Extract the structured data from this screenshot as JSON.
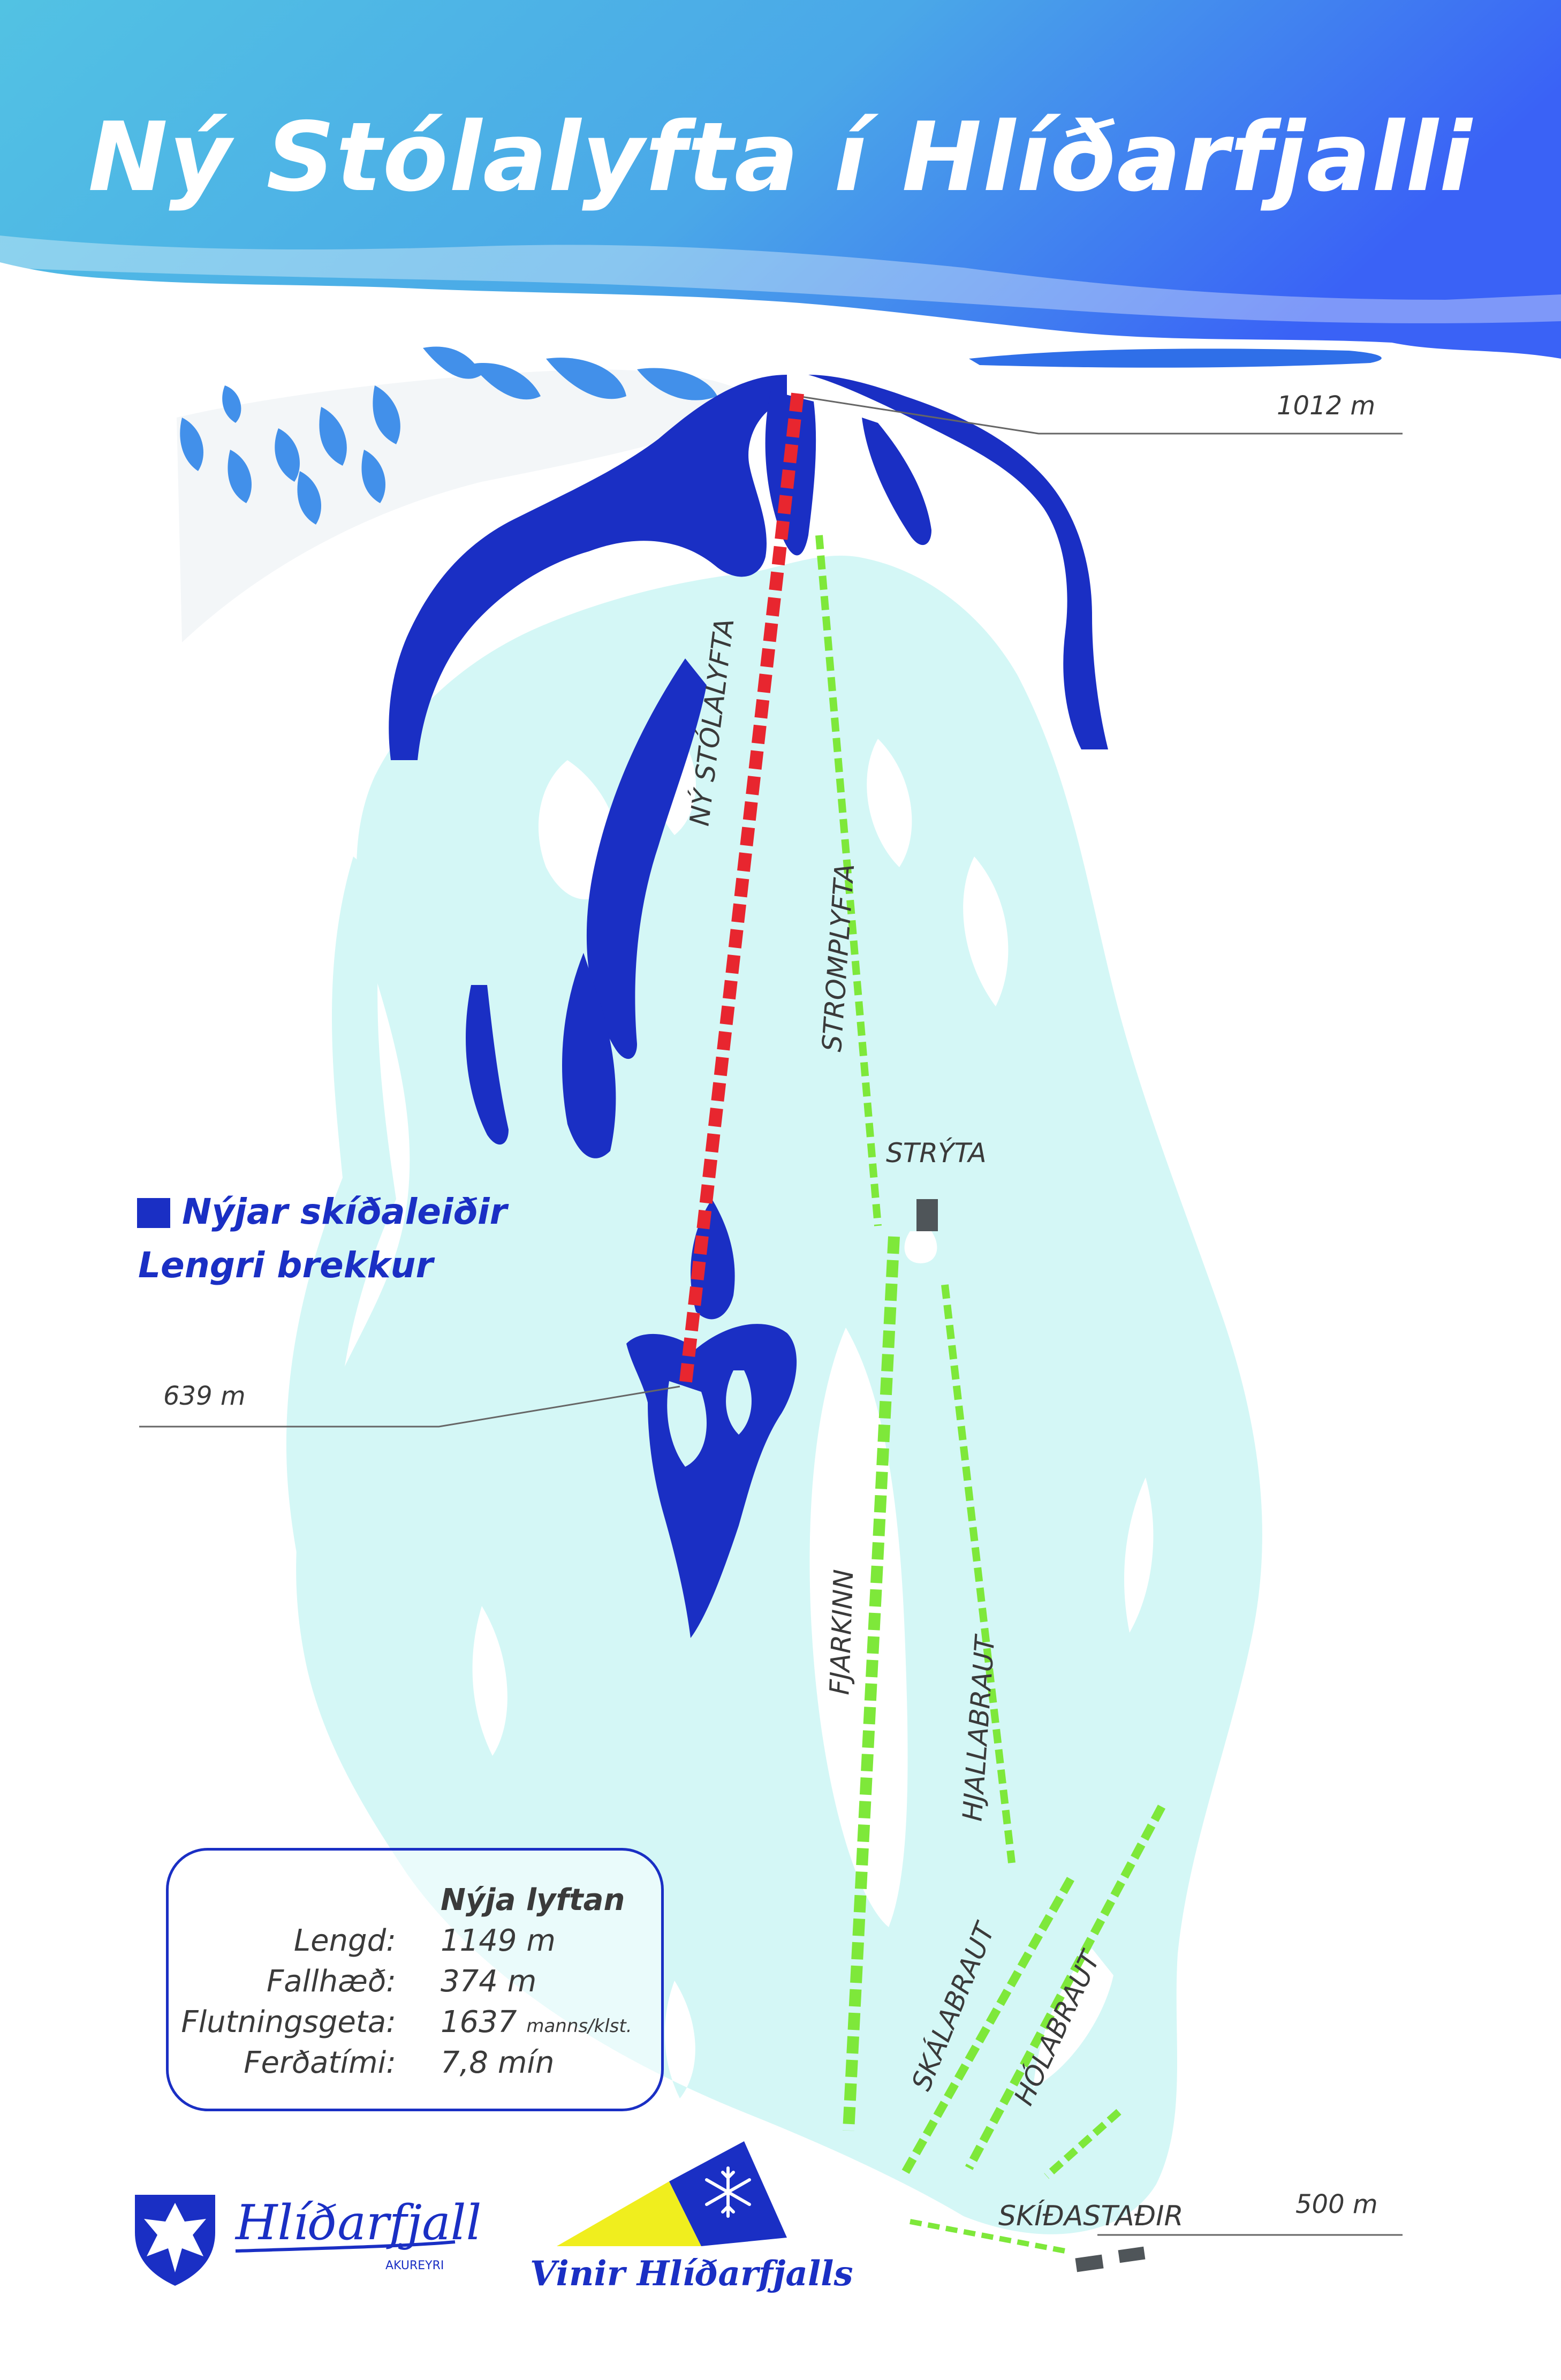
{
  "title": "Ný Stólalyfta í Hlíðarfjalli",
  "elevations": {
    "top": "1012 m",
    "mid": "639 m",
    "base": "500 m"
  },
  "lifts": {
    "new_chairlift": "NÝ STÓLALYFTA",
    "stromplyfta": "STROMPLYFTA",
    "fjarkinn": "FJARKINN",
    "hjallabraut": "HJALLABRAUT",
    "skalabraut": "SKÁLABRAUT",
    "holabraut": "HÓLABRAUT"
  },
  "places": {
    "stryta": "STRÝTA",
    "skidastadir": "SKÍÐASTAÐIR"
  },
  "legend": {
    "line1": "Nýjar skíðaleiðir",
    "line2": "Lengri brekkur"
  },
  "info": {
    "heading": "Nýja lyftan",
    "rows": [
      {
        "key": "Lengd:",
        "value": "1149 m",
        "unit": ""
      },
      {
        "key": "Fallhæð:",
        "value": "374 m",
        "unit": ""
      },
      {
        "key": "Flutningsgeta:",
        "value": "1637",
        "unit": "manns/klst."
      },
      {
        "key": "Ferðatími:",
        "value": "7,8 mín",
        "unit": ""
      }
    ]
  },
  "logos": {
    "hlidarfjall": "Hlíðarfjall",
    "akureyri": "AKUREYRI",
    "vinir": "Vinir Hlíðarfjalls"
  },
  "colors": {
    "sky_top": "#3b6bf5",
    "sky_bottom": "#4bb3e2",
    "piste": "#d4f7f6",
    "new_piste": "#1a2fc4",
    "rock": "#3f86e6",
    "new_lift": "#e8262f",
    "lift": "#7ee83a",
    "building": "#4f5559",
    "yellow": "#f0ee1e"
  },
  "icons": [
    "snowflake-icon",
    "crest-icon",
    "building-icon"
  ]
}
